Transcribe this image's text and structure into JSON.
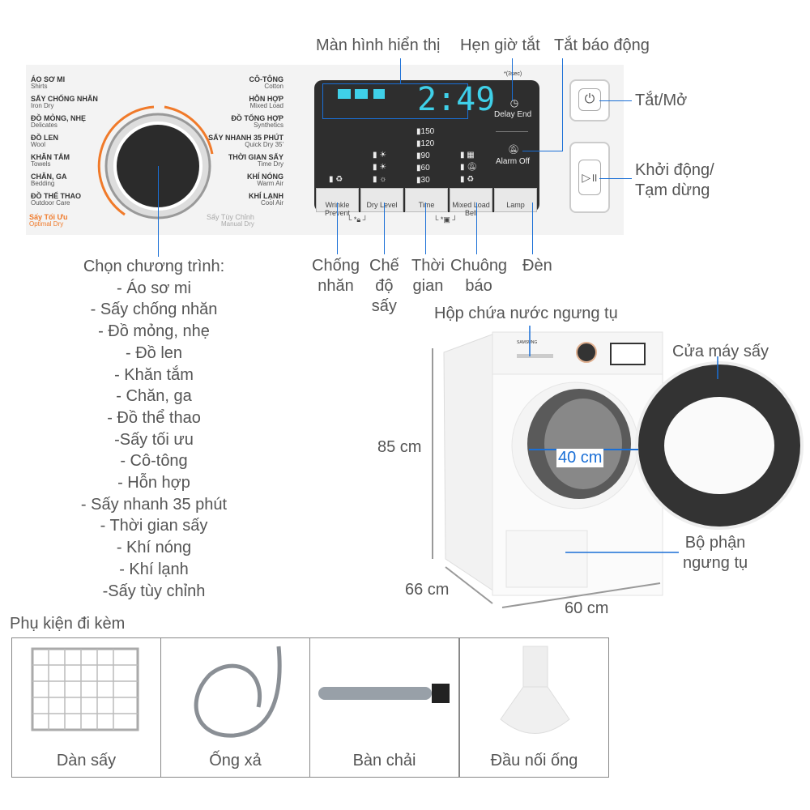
{
  "top_labels": {
    "display": "Màn hình hiển thị",
    "delay": "Hẹn giờ tắt",
    "alarm": "Tắt báo động",
    "power": "Tắt/Mở",
    "start": "Khởi động/\nTạm dừng"
  },
  "panel": {
    "left_programs": [
      {
        "vi": "ÁO SƠ MI",
        "en": "Shirts"
      },
      {
        "vi": "SẤY CHỐNG NHĂN",
        "en": "Iron Dry"
      },
      {
        "vi": "ĐỒ MỎNG, NHẸ",
        "en": "Delicates"
      },
      {
        "vi": "ĐỒ LEN",
        "en": "Wool"
      },
      {
        "vi": "KHĂN TẮM",
        "en": "Towels"
      },
      {
        "vi": "CHĂN, GA",
        "en": "Bedding"
      },
      {
        "vi": "ĐỒ THỂ THAO",
        "en": "Outdoor Care"
      }
    ],
    "right_programs": [
      {
        "vi": "CÔ-TÔNG",
        "en": "Cotton"
      },
      {
        "vi": "HỖN HỢP",
        "en": "Mixed Load"
      },
      {
        "vi": "ĐỒ TỔNG HỢP",
        "en": "Synthetics"
      },
      {
        "vi": "SẤY NHANH 35 PHÚT",
        "en": "Quick Dry 35'"
      },
      {
        "vi": "THỜI GIAN SẤY",
        "en": "Time Dry"
      },
      {
        "vi": "KHÍ NÓNG",
        "en": "Warm Air"
      },
      {
        "vi": "KHÍ LẠNH",
        "en": "Cool Air"
      }
    ],
    "optimal": {
      "vi": "Sấy Tối Ưu",
      "en": "Optimal Dry"
    },
    "manual": {
      "vi": "Sấy Tùy Chỉnh",
      "en": "Manual Dry"
    },
    "accent_color": "#f07a2a",
    "display_time": "2:49",
    "display_color": "#3fd0e8",
    "three_sec": "*(3sec)",
    "delay_end": "Delay End",
    "alarm_off": "Alarm Off",
    "time_levels": [
      "150",
      "120",
      "90",
      "60",
      "30"
    ],
    "buttons": [
      "Wrinkle Prevent",
      "Dry Level",
      "Time",
      "Mixed Load Bell",
      "Lamp"
    ]
  },
  "bottom_labels": {
    "wrinkle": "Chống\nnhăn",
    "drylevel": "Chế\nđộ\nsấy",
    "time": "Thời\ngian",
    "bell": "Chuông\nbáo",
    "lamp": "Đèn"
  },
  "program_list": [
    "Chọn chương trình:",
    "- Áo sơ mi",
    "- Sấy chống nhăn",
    "- Đồ mỏng, nhẹ",
    "- Đồ len",
    "- Khăn tắm",
    "- Chăn, ga",
    "- Đồ thể thao",
    "-Sấy tối ưu",
    "- Cô-tông",
    "- Hỗn hợp",
    "- Sấy nhanh 35 phút",
    "- Thời gian sấy",
    "- Khí nóng",
    "- Khí lạnh",
    "-Sấy tùy chỉnh"
  ],
  "dryer": {
    "tank": "Hộp chứa nước ngưng tụ",
    "door": "Cửa máy sấy",
    "condenser": "Bộ phận\nngưng tụ",
    "height": "85 cm",
    "depth": "66 cm",
    "width": "60 cm",
    "drum": "40 cm",
    "brand": "SAMSUNG"
  },
  "accessories": {
    "title": "Phụ kiện đi kèm",
    "items": [
      "Dàn sấy",
      "Ống xả",
      "Bàn chải",
      "Đầu nối ống"
    ]
  },
  "line_color": "#1a6fd6"
}
